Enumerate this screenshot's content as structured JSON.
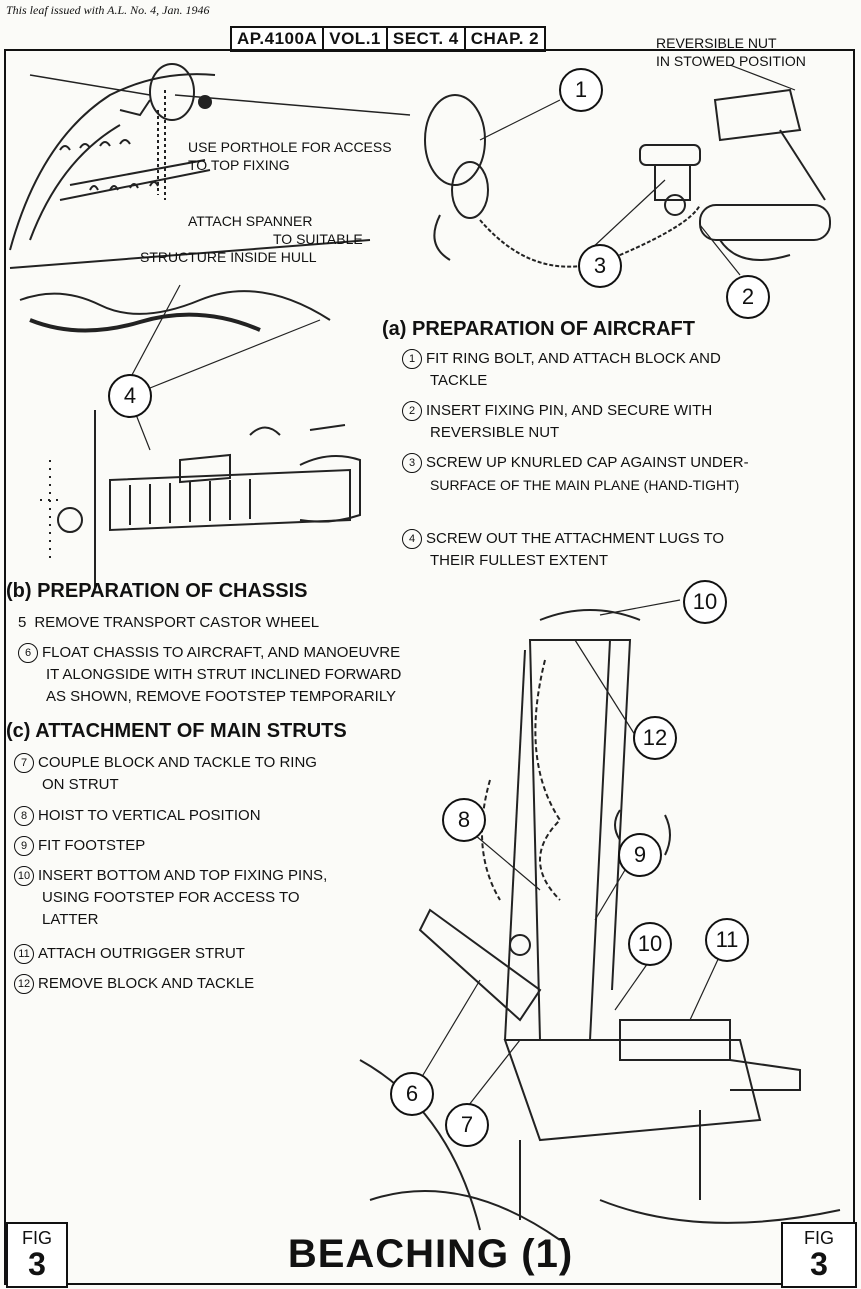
{
  "header": {
    "issued_note": "This leaf issued with A.L. No. 4, Jan. 1946",
    "ref": [
      "AP.4100A",
      "VOL.1",
      "SECT. 4",
      "CHAP. 2"
    ]
  },
  "annotations": {
    "porthole": [
      "USE PORTHOLE FOR ACCESS",
      "TO TOP FIXING"
    ],
    "spanner": [
      "ATTACH SPANNER",
      "TO SUITABLE",
      "STRUCTURE INSIDE HULL"
    ],
    "reversible_nut": [
      "REVERSIBLE NUT",
      "IN STOWED POSITION"
    ]
  },
  "callouts": {
    "c1": "1",
    "c2": "2",
    "c3": "3",
    "c4": "4",
    "c6": "6",
    "c7": "7",
    "c8": "8",
    "c9": "9",
    "c10a": "10",
    "c10b": "10",
    "c11": "11",
    "c12": "12"
  },
  "section_a": {
    "heading": "(a) PREPARATION OF AIRCRAFT",
    "steps": [
      {
        "num": "1",
        "lines": [
          "FIT RING BOLT, AND ATTACH BLOCK AND",
          "TACKLE"
        ]
      },
      {
        "num": "2",
        "lines": [
          "INSERT FIXING PIN, AND SECURE WITH",
          "REVERSIBLE NUT"
        ]
      },
      {
        "num": "3",
        "lines": [
          "SCREW UP KNURLED CAP AGAINST UNDER-",
          "SURFACE OF THE MAIN PLANE (HAND-TIGHT)"
        ]
      },
      {
        "num": "4",
        "lines": [
          "SCREW OUT THE ATTACHMENT LUGS TO",
          "THEIR FULLEST EXTENT"
        ]
      }
    ]
  },
  "section_b": {
    "heading": "(b) PREPARATION OF CHASSIS",
    "steps": [
      {
        "num": "5",
        "lines": [
          "REMOVE TRANSPORT CASTOR WHEEL"
        ]
      },
      {
        "num": "6",
        "lines": [
          "FLOAT CHASSIS TO AIRCRAFT, AND MANOEUVRE",
          "IT ALONGSIDE WITH STRUT INCLINED FORWARD",
          "AS SHOWN, REMOVE FOOTSTEP TEMPORARILY"
        ]
      }
    ]
  },
  "section_c": {
    "heading": "(c) ATTACHMENT OF MAIN STRUTS",
    "steps": [
      {
        "num": "7",
        "lines": [
          "COUPLE BLOCK AND TACKLE TO RING",
          "ON STRUT"
        ]
      },
      {
        "num": "8",
        "lines": [
          "HOIST TO VERTICAL POSITION"
        ]
      },
      {
        "num": "9",
        "lines": [
          "FIT FOOTSTEP"
        ]
      },
      {
        "num": "10",
        "lines": [
          "INSERT BOTTOM AND TOP FIXING PINS,",
          "USING FOOTSTEP FOR ACCESS TO",
          "LATTER"
        ]
      },
      {
        "num": "11",
        "lines": [
          "ATTACH OUTRIGGER STRUT"
        ]
      },
      {
        "num": "12",
        "lines": [
          "REMOVE BLOCK AND TACKLE"
        ]
      }
    ]
  },
  "footer": {
    "fig_label": "FIG",
    "fig_number": "3",
    "title": "BEACHING (1)"
  }
}
